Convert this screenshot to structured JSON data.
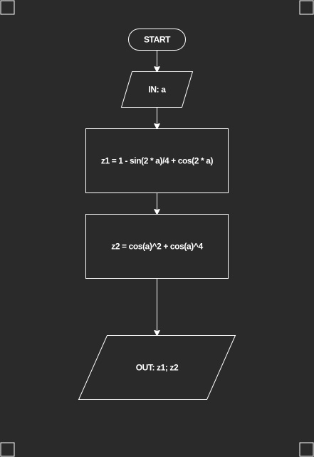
{
  "diagram": {
    "nodes": [
      {
        "id": "start",
        "type": "terminator",
        "label": "START"
      },
      {
        "id": "input",
        "type": "io",
        "label": "IN: a"
      },
      {
        "id": "calc-z1",
        "type": "process",
        "label": "z1 = 1 - sin(2 * a)/4 + cos(2 * a)"
      },
      {
        "id": "calc-z2",
        "type": "process",
        "label": "z2 = cos(a)^2 + cos(a)^4"
      },
      {
        "id": "output",
        "type": "io",
        "label": "OUT: z1; z2"
      }
    ],
    "edges": [
      {
        "from": "start",
        "to": "input"
      },
      {
        "from": "input",
        "to": "calc-z1"
      },
      {
        "from": "calc-z1",
        "to": "calc-z2"
      },
      {
        "from": "calc-z2",
        "to": "output"
      }
    ],
    "colors": {
      "background": "#2a2a2a",
      "stroke": "#ffffff",
      "text": "#ffffff"
    }
  }
}
